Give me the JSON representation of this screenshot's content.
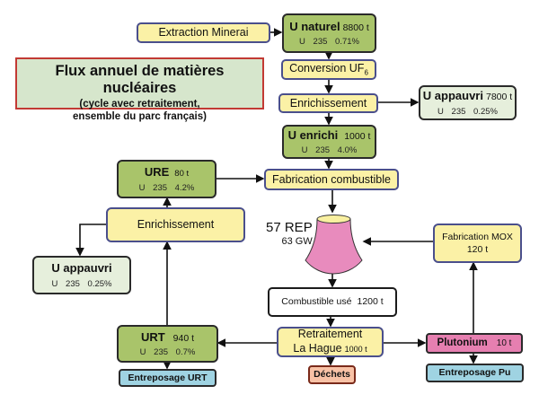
{
  "title": {
    "line1": "Flux annuel de matières nucléaires",
    "line2": "(cycle avec retraitement,",
    "line3": "ensemble du parc français)"
  },
  "nodes": {
    "extraction": {
      "label": "Extraction Minerai"
    },
    "u_naturel": {
      "name": "U naturel",
      "qty": "8800 t",
      "isotope": "U 235",
      "pct": "0.71%"
    },
    "conversion": {
      "label": "Conversion UF",
      "sub": "6"
    },
    "enrichissement_top": {
      "label": "Enrichissement"
    },
    "u_appauvri_top": {
      "name": "U appauvri",
      "qty": "7800 t",
      "isotope": "U 235",
      "pct": "0.25%"
    },
    "u_enrichi": {
      "name": "U enrichi",
      "qty": "1000 t",
      "isotope": "U 235",
      "pct": "4.0%"
    },
    "fabrication_combustible": {
      "label": "Fabrication combustible"
    },
    "ure": {
      "name": "URE",
      "qty": "80 t",
      "isotope": "U 235",
      "pct": "4.2%"
    },
    "enrichissement_left": {
      "label": "Enrichissement"
    },
    "u_appauvri_left": {
      "name": "U appauvri",
      "isotope": "U 235",
      "pct": "0.25%"
    },
    "reactors": {
      "label": "57 REP",
      "power": "63 GW"
    },
    "fabrication_mox": {
      "label": "Fabrication MOX",
      "qty": "120 t"
    },
    "combustible_use": {
      "label": "Combustible usé",
      "qty": "1200 t"
    },
    "retraitement": {
      "label": "Retraitement",
      "site": "La Hague",
      "qty": "1000 t"
    },
    "urt": {
      "name": "URT",
      "qty": "940 t",
      "isotope": "U 235",
      "pct": "0.7%"
    },
    "entreposage_urt": {
      "label": "Entreposage URT"
    },
    "dechets": {
      "label": "Déchets"
    },
    "plutonium": {
      "name": "Plutonium",
      "qty": "10 t"
    },
    "entreposage_pu": {
      "label": "Entreposage Pu"
    }
  },
  "colors": {
    "process": "#fbf1a6",
    "material": "#a9c46a",
    "depleted": "#e6efdc",
    "plutonium": "#e67fb0",
    "storage": "#9fd3e2",
    "waste": "#f8c2a6",
    "reactor": "#e88bbd",
    "title_border": "#c23a34"
  }
}
